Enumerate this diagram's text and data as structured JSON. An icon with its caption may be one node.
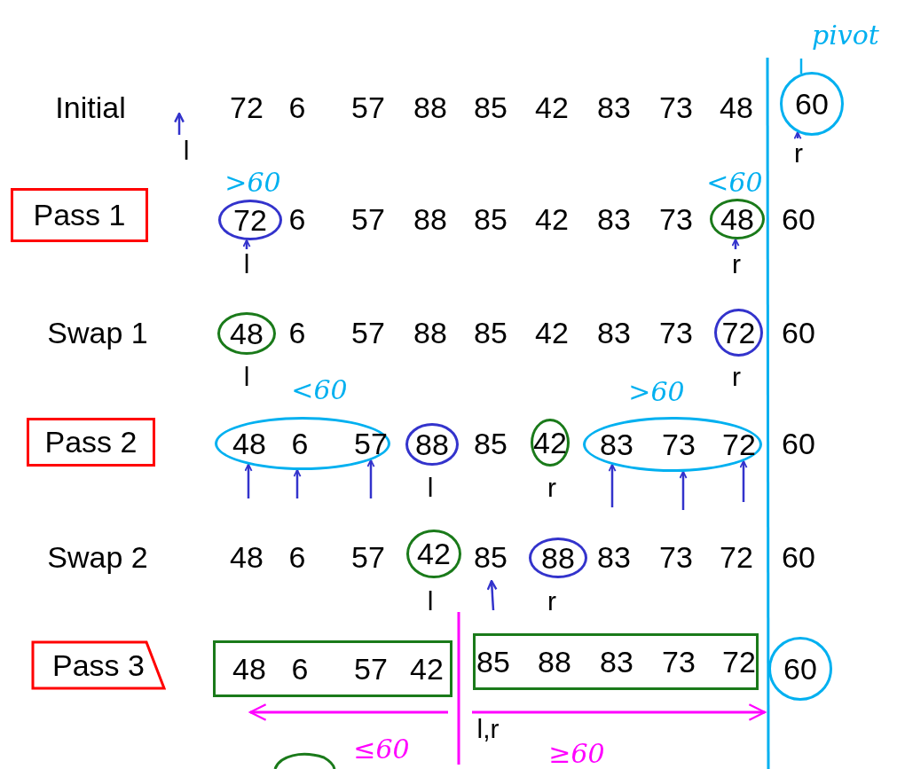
{
  "diagram": {
    "nodes": [
      {
        "text": [
          "pivot"
        ]
      },
      {
        "text": [
          "60"
        ]
      },
      {
        "text": [
          "Pass 1"
        ]
      },
      {
        "text": [
          "72"
        ]
      },
      {
        "text": [
          "48"
        ]
      },
      {
        "text": [
          "48"
        ]
      },
      {
        "text": [
          "72"
        ]
      },
      {
        "text": [
          "Pass 2"
        ]
      },
      {
        "text": [
          "48",
          "6",
          "57"
        ]
      },
      {
        "text": [
          "88"
        ]
      },
      {
        "text": [
          "42"
        ]
      },
      {
        "text": [
          "83",
          "73",
          "72"
        ]
      },
      {
        "text": [
          "42"
        ]
      },
      {
        "text": [
          "88"
        ]
      },
      {
        "text": [
          "Pass 3"
        ]
      },
      {
        "text": [
          "48",
          "6",
          "57",
          "42"
        ]
      },
      {
        "text": [
          "85",
          "88",
          "83",
          "73",
          "72"
        ]
      },
      {
        "text": [
          "60"
        ]
      },
      {
        "text": [
          "r"
        ]
      },
      {
        "text": [
          "l"
        ]
      },
      {
        "text": [
          "r"
        ]
      }
    ],
    "edges": [
      {
        "from": 0,
        "to": 1,
        "arrow": "none",
        "color": "#00b0f0"
      },
      {
        "from": 18,
        "to": 1,
        "arrow": "to"
      },
      {
        "from": 19,
        "to": 3,
        "arrow": "to"
      },
      {
        "from": 20,
        "to": 4,
        "arrow": "to"
      },
      {
        "from": null,
        "to": 8,
        "arrow": "to"
      },
      {
        "from": null,
        "to": 8,
        "arrow": "to"
      },
      {
        "from": null,
        "to": 8,
        "arrow": "to"
      },
      {
        "from": null,
        "to": 11,
        "arrow": "to"
      },
      {
        "from": null,
        "to": 11,
        "arrow": "to"
      },
      {
        "from": null,
        "to": 11,
        "arrow": "to"
      }
    ],
    "labels": [
      "Initial",
      "72",
      "6",
      "57",
      "88",
      "85",
      "42",
      "83",
      "73",
      "48",
      "l",
      ">60",
      "<60",
      "6",
      "57",
      "88",
      "85",
      "42",
      "83",
      "73",
      "60",
      "Swap 1",
      "6",
      "57",
      "88",
      "85",
      "42",
      "83",
      "73",
      "60",
      "l",
      "r",
      "<60",
      ">60",
      "85",
      "60",
      "l",
      "r",
      "Swap 2",
      "48",
      "6",
      "57",
      "85",
      "83",
      "73",
      "72",
      "60",
      "l",
      "r",
      "l,r",
      "≤60",
      "≥60"
    ]
  }
}
